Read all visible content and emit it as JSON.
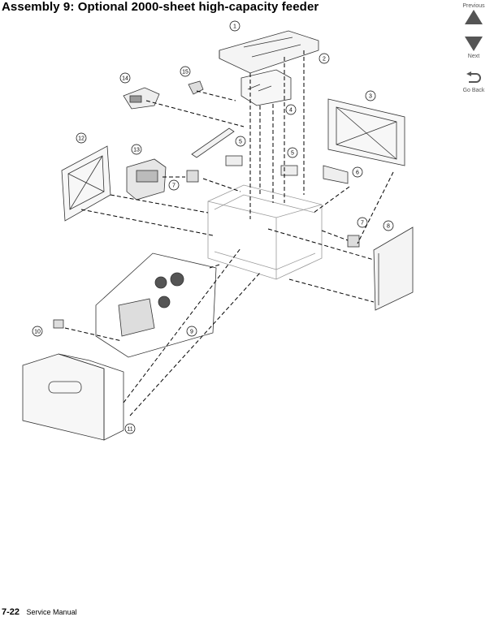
{
  "page": {
    "title": "Assembly 9:  Optional 2000-sheet high-capacity feeder",
    "footer_page": "7-22",
    "footer_text": "Service Manual"
  },
  "nav": {
    "previous": "Previous",
    "next": "Next",
    "go_back": "Go Back"
  },
  "callouts": [
    "1",
    "2",
    "3",
    "4",
    "5",
    "5",
    "6",
    "7",
    "7",
    "8",
    "9",
    "10",
    "11",
    "12",
    "13",
    "14",
    "15"
  ]
}
